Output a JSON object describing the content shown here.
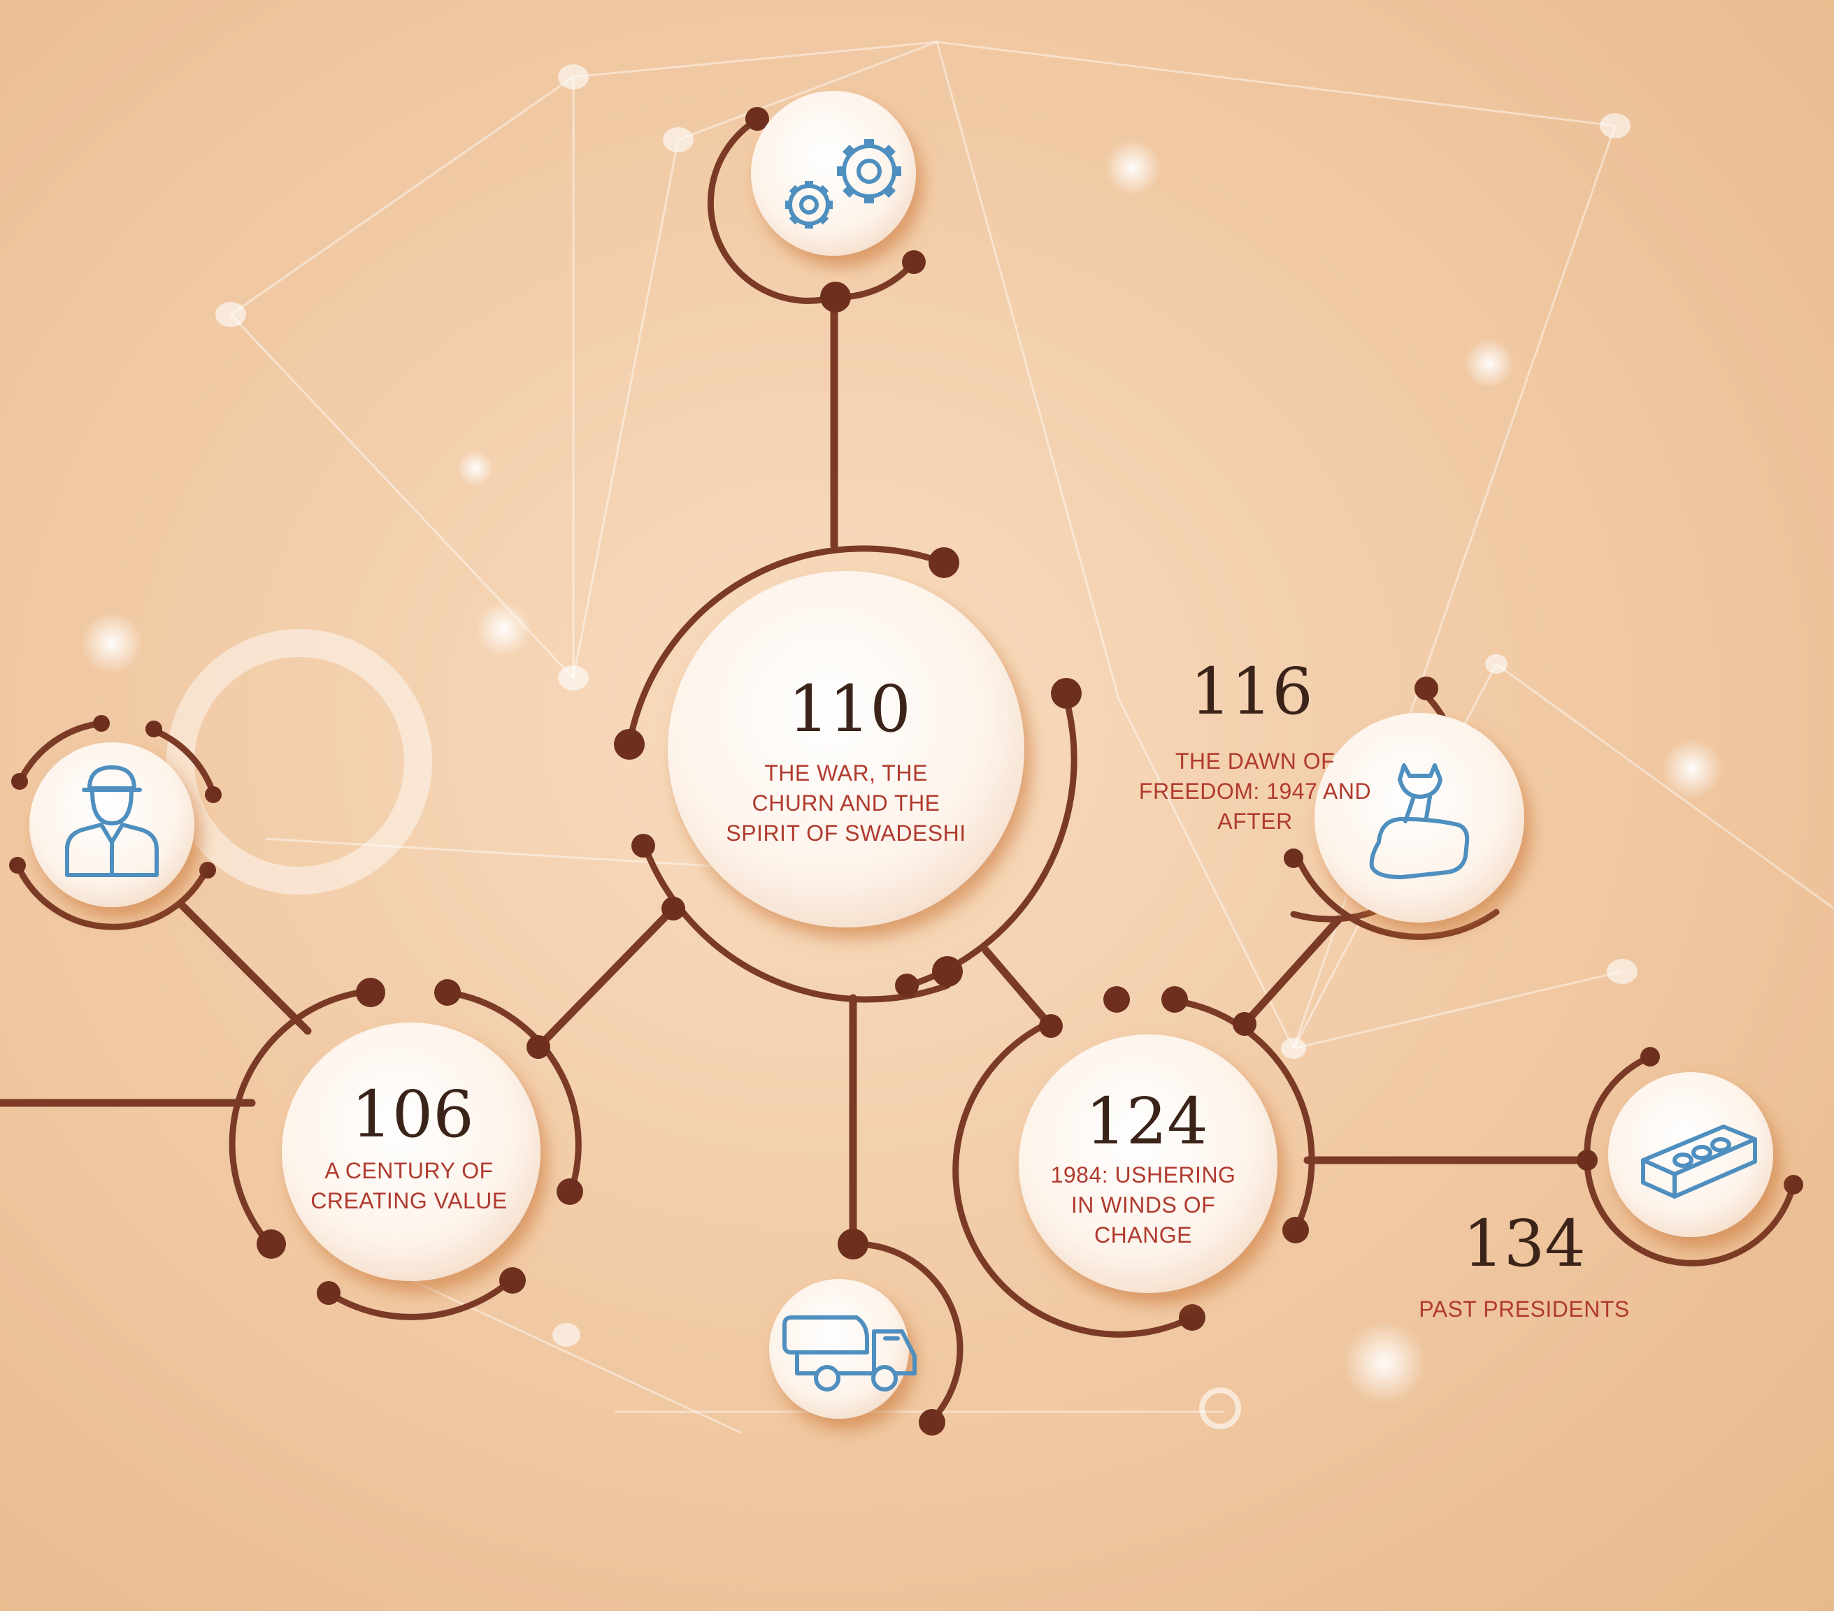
{
  "sections": [
    {
      "id": "s106",
      "page": "106",
      "lines": [
        "A CENTURY OF",
        "CREATING VALUE"
      ]
    },
    {
      "id": "s110",
      "page": "110",
      "lines": [
        "THE WAR, THE",
        "CHURN AND THE",
        "SPIRIT OF SWADESHI"
      ]
    },
    {
      "id": "s116",
      "page": "116",
      "lines": [
        "THE DAWN OF",
        "FREEDOM: 1947 AND",
        "AFTER"
      ]
    },
    {
      "id": "s124",
      "page": "124",
      "lines": [
        "1984: USHERING",
        "IN WINDS OF",
        "CHANGE"
      ]
    },
    {
      "id": "s134",
      "page": "134",
      "lines": [
        "PAST PRESIDENTS"
      ]
    }
  ],
  "icons": [
    "gears-icon",
    "worker-icon",
    "truck-icon",
    "hand-wrench-icon",
    "brick-icon"
  ],
  "colors": {
    "line": "#7a3a26",
    "dot": "#6e2f1e",
    "label": "#b03a2e",
    "number": "#3a2318",
    "icon": "#4f8fbf"
  }
}
